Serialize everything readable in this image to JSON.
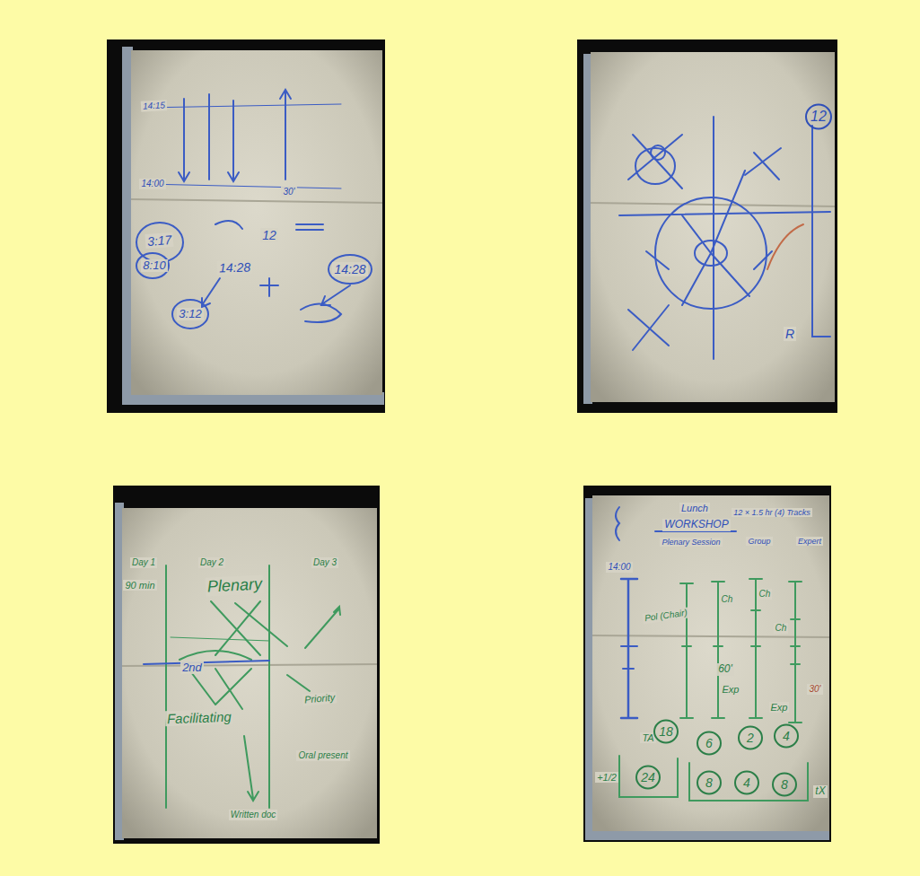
{
  "diagram": {
    "nodes": [
      {
        "text": [
          "12"
        ]
      },
      {
        "text": [
          "18"
        ]
      },
      {
        "text": [
          "6"
        ]
      },
      {
        "text": [
          "2"
        ]
      },
      {
        "text": [
          "4"
        ]
      },
      {
        "text": [
          "24"
        ]
      },
      {
        "text": [
          "8"
        ]
      },
      {
        "text": [
          "4"
        ]
      },
      {
        "text": [
          "8"
        ]
      }
    ],
    "labels": [
      "14:15",
      "14:00",
      "30'",
      "3:17",
      "8:10",
      "12",
      "14:28",
      "14:28",
      "3:12",
      "R",
      "Day 1",
      "Day 2",
      "Day 3",
      "90 min",
      "Plenary",
      "2nd",
      "Facilitating",
      "Priority",
      "Oral present",
      "Written doc",
      "Lunch",
      "WORKSHOP",
      "Plenary Session",
      "12 × 1.5 hr (4) Tracks",
      "Group",
      "Expert",
      "14:00",
      "Pol (Chair)",
      "Ch",
      "Ch",
      "Ch",
      "60'",
      "Exp",
      "Exp",
      "30'",
      "TA",
      "+1/2",
      "tX"
    ]
  }
}
